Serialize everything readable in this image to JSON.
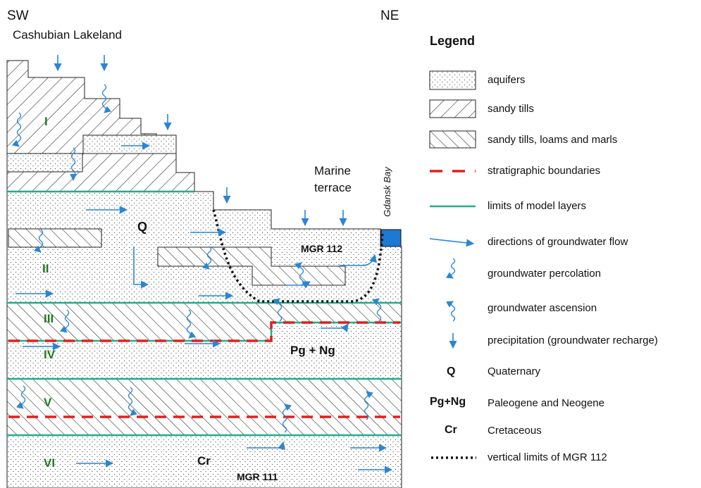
{
  "header": {
    "left_direction": "SW",
    "right_direction": "NE",
    "region": "Cashubian Lakeland"
  },
  "cross_section": {
    "marine_terrace": [
      "Marine",
      "terrace"
    ],
    "sea_label": "Gdansk Bay",
    "unit_labels": [
      "Q",
      "Pg + Ng",
      "Cr"
    ],
    "model_layers": [
      "I",
      "II",
      "III",
      "IV",
      "V",
      "VI"
    ],
    "mgr_labels": [
      "MGR 112",
      "MGR 111"
    ]
  },
  "legend": {
    "title": "Legend",
    "items": [
      {
        "symbol": "dotted-fill",
        "label": "aquifers"
      },
      {
        "symbol": "wide-hatch",
        "label": "sandy tills"
      },
      {
        "symbol": "narrow-hatch",
        "label": "sandy tills, loams and marls"
      },
      {
        "symbol": "red-dash-line",
        "label": "stratigraphic boundaries"
      },
      {
        "symbol": "green-line",
        "label": "limits of model layers"
      },
      {
        "symbol": "blue-arrow",
        "label": "directions of groundwater flow"
      },
      {
        "symbol": "wavy-down-arrow",
        "label": "groundwater percolation"
      },
      {
        "symbol": "wavy-up-arrow",
        "label": "groundwater ascension"
      },
      {
        "symbol": "short-down-arrow",
        "label": "precipitation (groundwater recharge)"
      },
      {
        "symbol_text": "Q",
        "label": "Quaternary"
      },
      {
        "symbol_text": "Pg+Ng",
        "label": "Paleogene and Neogene"
      },
      {
        "symbol_text": "Cr",
        "label": "Cretaceous"
      },
      {
        "symbol": "dotted-black-line",
        "label": "vertical limits of MGR 112"
      }
    ]
  },
  "colors": {
    "layer_line": "#1fae8e",
    "boundary": "#e0201c",
    "arrow": "#2a86d4",
    "layer_number": "#1f7a1f",
    "sea": "#1f78d1"
  }
}
